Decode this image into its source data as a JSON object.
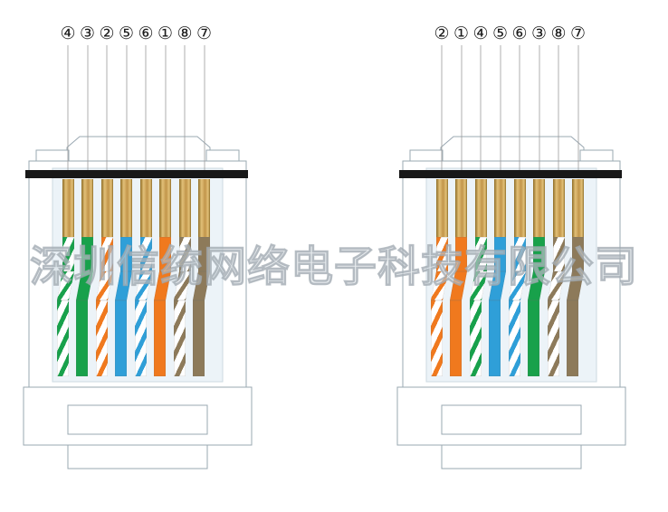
{
  "watermark": "深圳信统网络电子科技有限公司",
  "colors": {
    "green": "#18a14b",
    "orange": "#f0791e",
    "blue": "#2f9fd8",
    "brown": "#8d7a5a",
    "gold_edge": "#8f6d26",
    "gold_light": "#e2c078",
    "gold_mid": "#c2954a",
    "outline": "#9aa8b2",
    "channel_fill": "#ecf3f8",
    "channel_stroke": "#ccd9e1",
    "band": "#181818",
    "leader_line": "#9b9b9b"
  },
  "connectors": [
    {
      "id": "a",
      "labels": [
        "④",
        "③",
        "②",
        "⑤",
        "⑥",
        "①",
        "⑧",
        "⑦"
      ],
      "wires": [
        {
          "style": "stripe",
          "color": "green"
        },
        {
          "style": "solid",
          "color": "green"
        },
        {
          "style": "stripe",
          "color": "orange"
        },
        {
          "style": "solid",
          "color": "blue"
        },
        {
          "style": "stripe",
          "color": "blue"
        },
        {
          "style": "solid",
          "color": "orange"
        },
        {
          "style": "stripe",
          "color": "brown"
        },
        {
          "style": "solid",
          "color": "brown"
        }
      ]
    },
    {
      "id": "b",
      "labels": [
        "②",
        "①",
        "④",
        "⑤",
        "⑥",
        "③",
        "⑧",
        "⑦"
      ],
      "wires": [
        {
          "style": "stripe",
          "color": "orange"
        },
        {
          "style": "solid",
          "color": "orange"
        },
        {
          "style": "stripe",
          "color": "green"
        },
        {
          "style": "solid",
          "color": "blue"
        },
        {
          "style": "stripe",
          "color": "blue"
        },
        {
          "style": "solid",
          "color": "green"
        },
        {
          "style": "stripe",
          "color": "brown"
        },
        {
          "style": "solid",
          "color": "brown"
        }
      ]
    }
  ]
}
